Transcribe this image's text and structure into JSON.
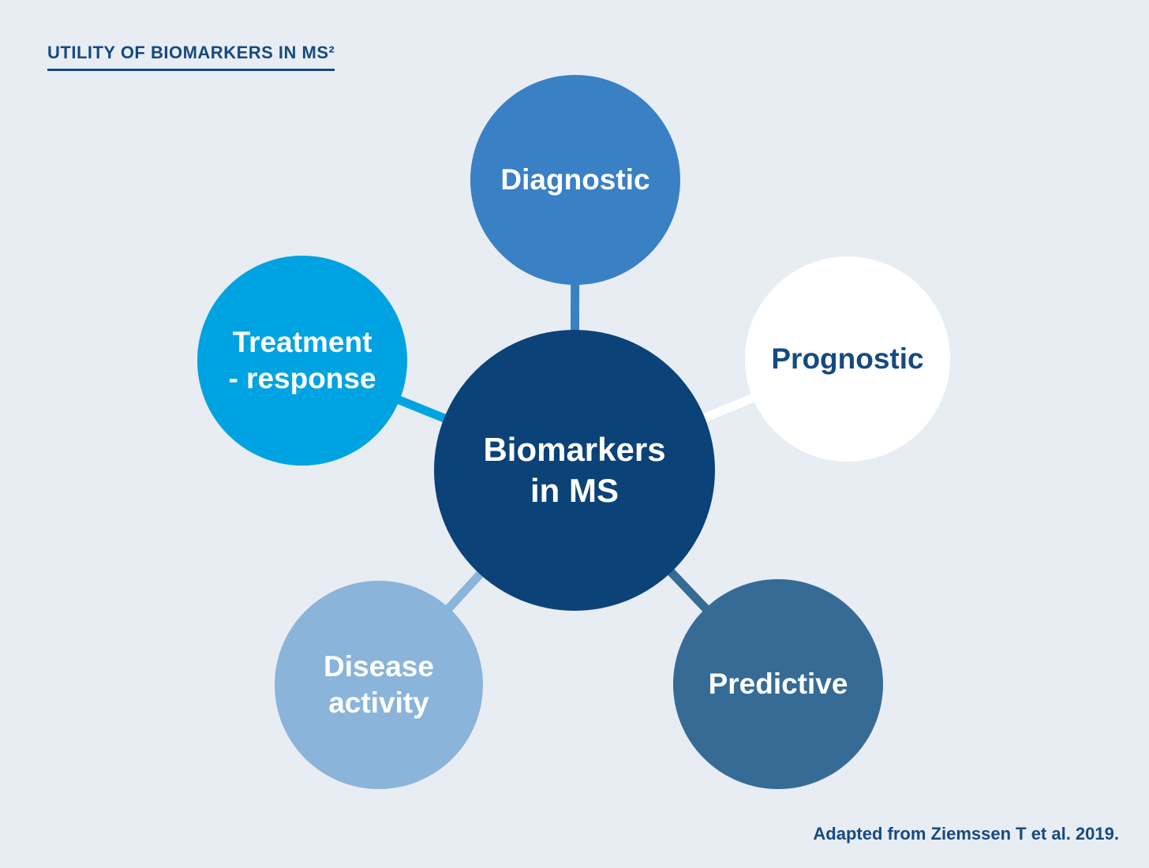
{
  "header": {
    "title": "UTILITY OF BIOMARKERS IN MS²"
  },
  "footer": {
    "attribution": "Adapted from Ziemssen T et al. 2019."
  },
  "colors": {
    "background": "#e8edf3",
    "heading_text": "#164a7f",
    "white": "#ffffff"
  },
  "diagram": {
    "center": {
      "label": "Biomarkers\nin MS",
      "color": "#0b4278",
      "text_color": "#ffffff"
    },
    "nodes": [
      {
        "id": "diagnostic",
        "label": "Diagnostic",
        "color": "#3a80c4",
        "text_color": "#ffffff"
      },
      {
        "id": "prognostic",
        "label": "Prognostic",
        "color": "#ffffff",
        "text_color": "#164a7f"
      },
      {
        "id": "treatment-response",
        "label": "Treatment\n- response",
        "color": "#00a3e2",
        "text_color": "#ffffff"
      },
      {
        "id": "disease-activity",
        "label": "Disease\nactivity",
        "color": "#8ab4da",
        "text_color": "#ffffff"
      },
      {
        "id": "predictive",
        "label": "Predictive",
        "color": "#366b96",
        "text_color": "#ffffff"
      }
    ]
  }
}
